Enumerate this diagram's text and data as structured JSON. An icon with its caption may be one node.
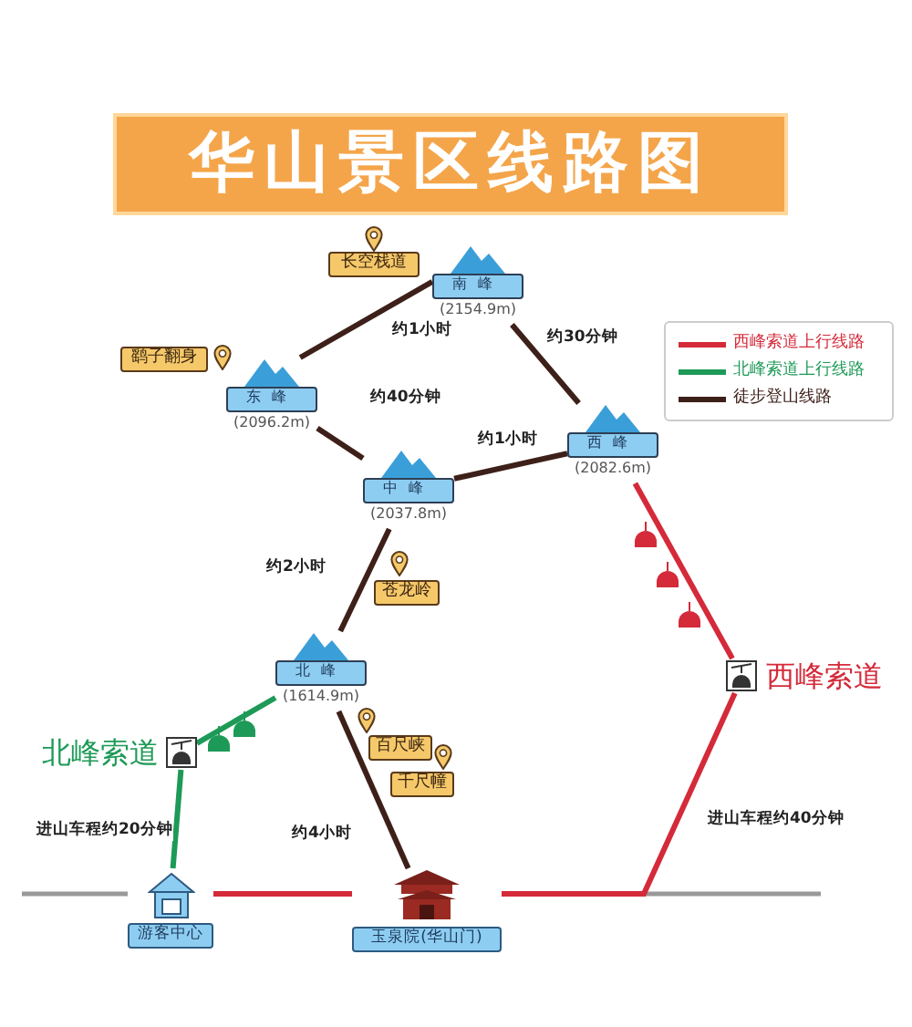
{
  "diagram": {
    "title": "华山景区线路图",
    "nodes": [
      {
        "text": [
          "南峰"
        ],
        "beside": [
          "(2154.9m)"
        ]
      },
      {
        "text": [
          "长空栈道"
        ]
      },
      {
        "text": [
          "鹞子翻身"
        ]
      },
      {
        "text": [
          "东峰"
        ],
        "beside": [
          "(2096.2m)"
        ]
      },
      {
        "text": [
          "中峰"
        ],
        "beside": [
          "(2037.8m)"
        ]
      },
      {
        "text": [
          "西峰"
        ],
        "beside": [
          "(2082.6m)"
        ]
      },
      {
        "text": [
          "苍龙岭"
        ]
      },
      {
        "text": [
          "北峰"
        ],
        "beside": [
          "(1614.9m)"
        ]
      },
      {
        "text": [
          "百尺峡"
        ]
      },
      {
        "text": [
          "千尺幢"
        ]
      },
      {
        "text": [
          "北峰索道"
        ]
      },
      {
        "text": [
          "西峰索道"
        ]
      },
      {
        "text": [
          "游客中心"
        ]
      },
      {
        "text": [
          "玉泉院(华山门)"
        ]
      }
    ],
    "edges": [
      {
        "from": 0,
        "to": 3,
        "arrow": "none",
        "label": "约1小时"
      },
      {
        "from": 3,
        "to": 4,
        "arrow": "none",
        "label": "约40分钟"
      },
      {
        "from": 0,
        "to": 5,
        "arrow": "none",
        "label": "约30分钟"
      },
      {
        "from": 4,
        "to": 5,
        "arrow": "none",
        "label": "约1小时"
      },
      {
        "from": 4,
        "to": 7,
        "arrow": "none",
        "label": "约2小时"
      },
      {
        "from": 7,
        "to": 13,
        "arrow": "none",
        "label": "约4小时"
      },
      {
        "from": 12,
        "to": 10,
        "arrow": "none",
        "label": "进山车程约20分钟",
        "color": "#1e9a58"
      },
      {
        "from": 10,
        "to": 7,
        "arrow": "none",
        "color": "#1e9a58"
      },
      {
        "from": 12,
        "to": 13,
        "arrow": "none",
        "color": "#d42a3a"
      },
      {
        "from": 13,
        "to": 11,
        "arrow": "none",
        "label": "进山车程约40分钟",
        "color": "#d42a3a"
      },
      {
        "from": 11,
        "to": 5,
        "arrow": "none",
        "color": "#d42a3a"
      }
    ],
    "legend": [
      {
        "text": "西峰索道上行线路",
        "color": "#d42a3a"
      },
      {
        "text": "北峰索道上行线路",
        "color": "#1e9a58"
      },
      {
        "text": "徒步登山线路",
        "color": "#3d2019"
      }
    ]
  }
}
